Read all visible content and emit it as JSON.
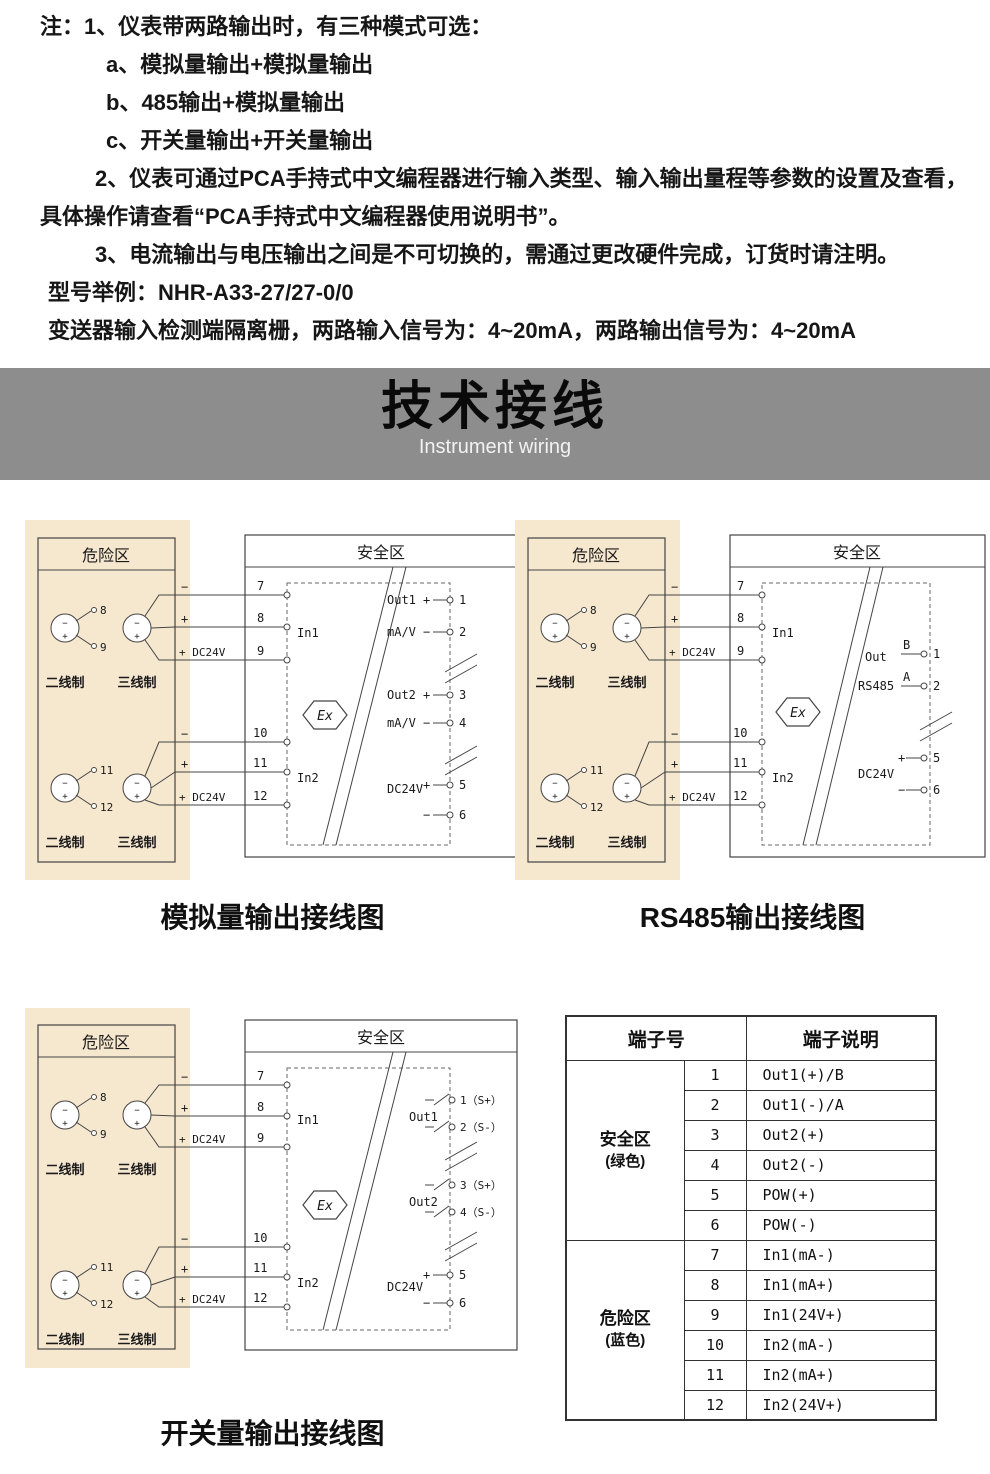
{
  "notes": {
    "line1": "注：1、仪表带两路输出时，有三种模式可选：",
    "item_a": "a、模拟量输出+模拟量输出",
    "item_b": "b、485输出+模拟量输出",
    "item_c": "c、开关量输出+开关量输出",
    "line2a": "2、仪表可通过PCA手持式中文编程器进行输入类型、输入输出量程等参数的设置及查看，",
    "line2b": "具体操作请查看“PCA手持式中文编程器使用说明书”。",
    "line3": "3、电流输出与电压输出之间是不可切换的，需通过更改硬件完成，订货时请注明。",
    "model_example": "型号举例：NHR-A33-27/27-0/0",
    "model_desc": "变送器输入检测端隔离栅，两路输入信号为：4~20mA，两路输出信号为：4~20mA"
  },
  "banner": {
    "title": "技术接线",
    "subtitle": "Instrument wiring",
    "bg_color": "#8d8d8d"
  },
  "common": {
    "hazard_zone": "危险区",
    "safe_zone": "安全区",
    "two_wire": "二线制",
    "three_wire": "三线制",
    "in1": "In1",
    "in2": "In2",
    "dc24v": "DC24V",
    "plus_dc24v": "+ DC24V",
    "plus": "+",
    "minus": "−",
    "ex": "Ex",
    "hazard_bg": "#f6e7cf",
    "stub_top": [
      "8",
      "9"
    ],
    "stub_bottom": [
      "11",
      "12"
    ],
    "left_terminals": [
      "7",
      "8",
      "9",
      "10",
      "11",
      "12"
    ]
  },
  "diagrams": {
    "analog": {
      "caption": "模拟量输出接线图",
      "out1_label": "Out1",
      "out1_unit": "mA/V",
      "out2_label": "Out2",
      "out2_unit": "mA/V",
      "right_terminals": [
        "1",
        "2",
        "3",
        "4",
        "5",
        "6"
      ]
    },
    "rs485": {
      "caption": "RS485输出接线图",
      "out_label": "Out",
      "bus_label": "RS485",
      "line_b": "B",
      "line_a": "A",
      "right_terminals": [
        "1",
        "2",
        "5",
        "6"
      ]
    },
    "switch": {
      "caption": "开关量输出接线图",
      "out1_label": "Out1",
      "out2_label": "Out2",
      "contact_labels": [
        "1（S+）",
        "2（S-）",
        "3（S+）",
        "4（S-）"
      ],
      "power_terminals": [
        "5",
        "6"
      ]
    }
  },
  "table": {
    "header_no": "端子号",
    "header_desc": "端子说明",
    "groups": [
      {
        "line1": "安全区",
        "line2": "(绿色)"
      },
      {
        "line1": "危险区",
        "line2": "(蓝色)"
      }
    ],
    "rows": [
      {
        "no": "1",
        "desc": "Out1(+)/B"
      },
      {
        "no": "2",
        "desc": "Out1(-)/A"
      },
      {
        "no": "3",
        "desc": "Out2(+)"
      },
      {
        "no": "4",
        "desc": "Out2(-)"
      },
      {
        "no": "5",
        "desc": "POW(+)"
      },
      {
        "no": "6",
        "desc": "POW(-)"
      },
      {
        "no": "7",
        "desc": "In1(mA-)"
      },
      {
        "no": "8",
        "desc": "In1(mA+)"
      },
      {
        "no": "9",
        "desc": "In1(24V+)"
      },
      {
        "no": "10",
        "desc": "In2(mA-)"
      },
      {
        "no": "11",
        "desc": "In2(mA+)"
      },
      {
        "no": "12",
        "desc": "In2(24V+)"
      }
    ]
  }
}
